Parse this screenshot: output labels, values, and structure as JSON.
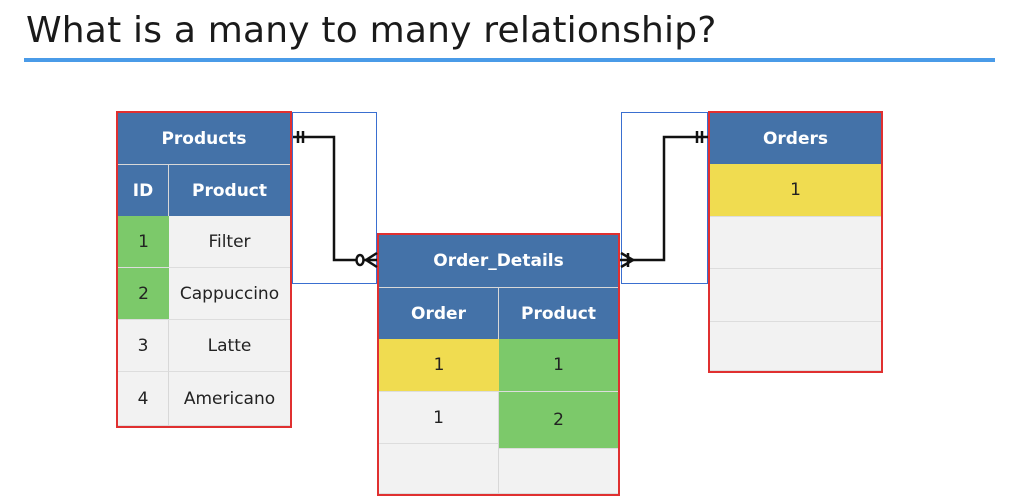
{
  "title": "What is a many to many relationship?",
  "products": {
    "title": "Products",
    "columns": [
      "ID",
      "Product"
    ],
    "rows": [
      {
        "id": "1",
        "product": "Filter"
      },
      {
        "id": "2",
        "product": "Cappuccino"
      },
      {
        "id": "3",
        "product": "Latte"
      },
      {
        "id": "4",
        "product": "Americano"
      }
    ]
  },
  "order_details": {
    "title": "Order_Details",
    "columns": [
      "Order",
      "Product"
    ],
    "rows": [
      {
        "order": "1",
        "product": "1"
      },
      {
        "order": "1",
        "product": "2"
      },
      {
        "order": "",
        "product": ""
      }
    ]
  },
  "orders": {
    "title": "Orders",
    "rows": [
      "1",
      "",
      "",
      ""
    ]
  },
  "colors": {
    "header": "#4472a8",
    "highlight_green": "#7cc96a",
    "highlight_yellow": "#f0dc50",
    "table_border": "#e03030",
    "link_border": "#3a6fd0",
    "title_rule": "#4a9be8"
  }
}
